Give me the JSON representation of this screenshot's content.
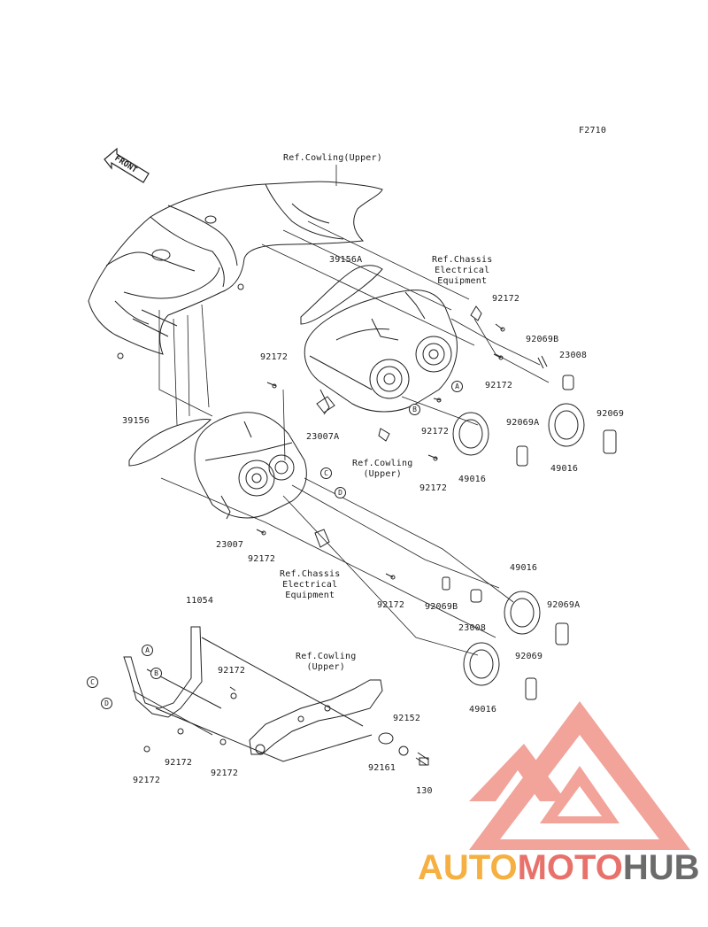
{
  "diagram_code": "F2710",
  "front_arrow_label": "FRONT",
  "callouts": {
    "ref_cowling_upper_top": "Ref.Cowling(Upper)",
    "ref_chassis_top": "Ref.Chassis\nElectrical\nEquipment",
    "ref_cowling_upper_mid": "Ref.Cowling\n(Upper)",
    "ref_chassis_bottom": "Ref.Chassis\nElectrical\nEquipment",
    "ref_cowling_upper_bracket": "Ref.Cowling\n(Upper)"
  },
  "part_numbers": {
    "p39156A": "39156A",
    "p92172_a": "92172",
    "p92069B_a": "92069B",
    "p23008_a": "23008",
    "p92172_b": "92172",
    "p92069": "92069",
    "p92172_c": "92172",
    "p23007A": "23007A",
    "p92172_d": "92172",
    "p92069A_a": "92069A",
    "p49016_a": "49016",
    "p49016_b": "49016",
    "p39156": "39156",
    "p92172_e": "92172",
    "p23007": "23007",
    "p92172_f": "92172",
    "p92172_g": "92172",
    "p92069B_b": "92069B",
    "p23008_b": "23008",
    "p49016_c": "49016",
    "p92069A_b": "92069A",
    "p92069_b": "92069",
    "p49016_d": "49016",
    "p11054": "11054",
    "p92172_h": "92172",
    "p92152": "92152",
    "p92172_i": "92172",
    "p92172_j": "92172",
    "p92172_k": "92172",
    "p92161": "92161",
    "p130": "130"
  },
  "reference_markers": {
    "A1": "A",
    "B1": "B",
    "C1": "C",
    "D1": "D",
    "A2": "A",
    "B2": "B",
    "C2": "C",
    "D2": "D"
  },
  "watermark": {
    "part1": "AUTO",
    "part2": "MOTO",
    "part3": "HUB",
    "colors": {
      "auto": "#f5b041",
      "moto": "#e8716b",
      "hub": "#6b6b6b",
      "triangle": "#ef8a80"
    }
  }
}
